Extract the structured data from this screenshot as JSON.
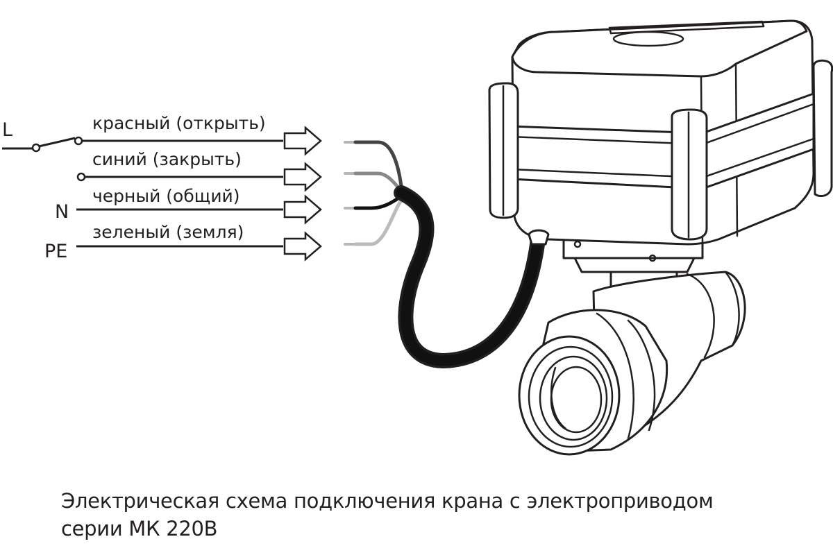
{
  "terminals": {
    "live": "L",
    "neutral": "N",
    "earth": "PE"
  },
  "wires": [
    {
      "label": "красный (открыть)",
      "color": "#444444"
    },
    {
      "label": "синий (закрыть)",
      "color": "#888888"
    },
    {
      "label": "черный (общий)",
      "color": "#111111"
    },
    {
      "label": "зеленый (земля)",
      "color": "#bbbbbb"
    }
  ],
  "caption": {
    "line1": "Электрическая схема подключения крана с электроприводом",
    "line2": "серии МК 220В"
  }
}
